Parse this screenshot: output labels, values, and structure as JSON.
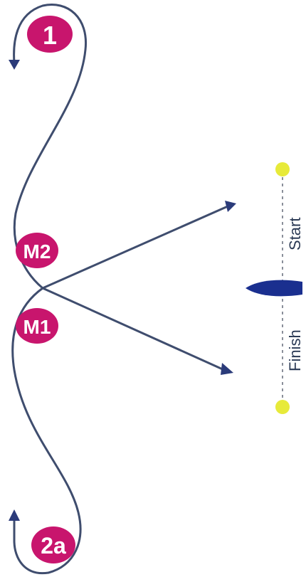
{
  "diagram": {
    "marks": {
      "mark_1": "1",
      "mark_m2": "M2",
      "mark_m1": "M1",
      "mark_2a": "2a"
    },
    "line_labels": {
      "start": "Start",
      "finish": "Finish"
    },
    "colors": {
      "mark": "#c8156d",
      "course_line": "#3f4d6e",
      "arrow": "#2b3b7a",
      "boat": "#1a2f8f",
      "line_buoy": "#e7ea3a",
      "start_finish_line": "#8a8f9a"
    }
  }
}
